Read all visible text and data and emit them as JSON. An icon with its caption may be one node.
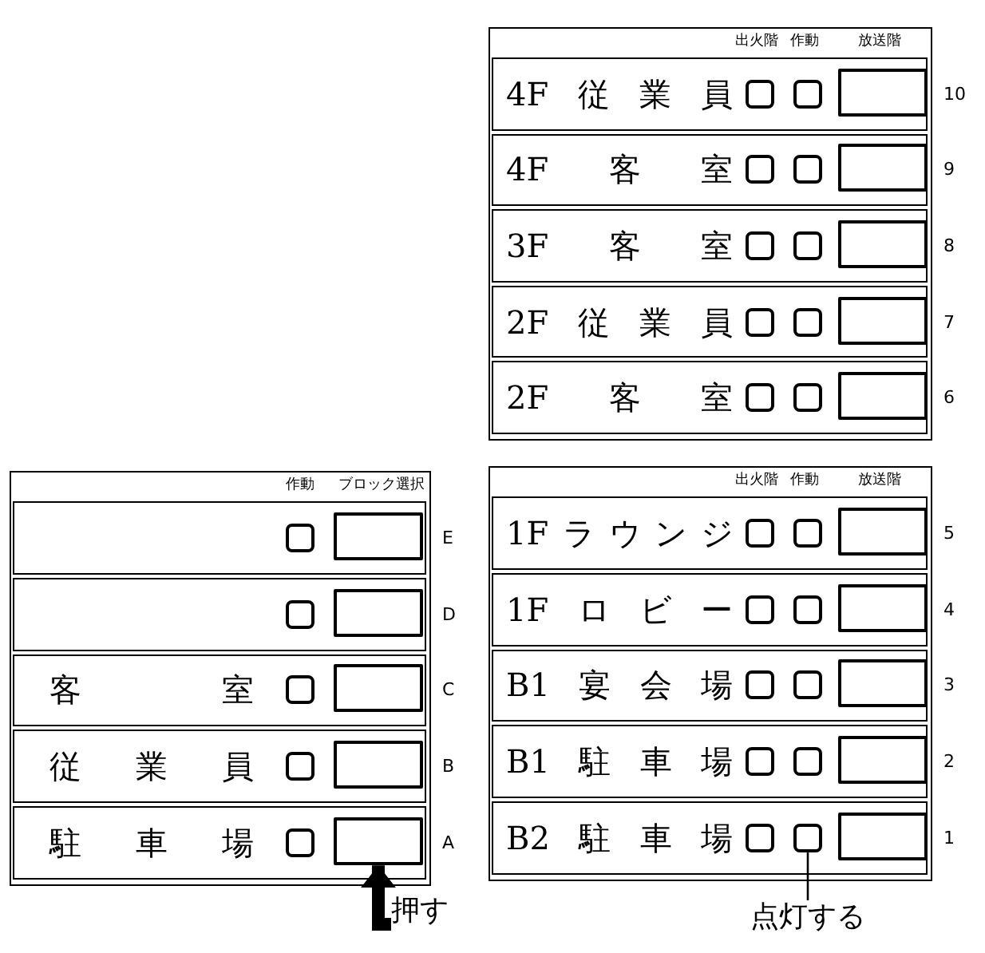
{
  "diagram": {
    "nodes": [
      {
        "text": [
          "出火階",
          "作動",
          "放送階"
        ]
      },
      {
        "text": [
          "4F従業員"
        ],
        "in": 0,
        "beside": [
          "10"
        ]
      },
      {
        "text": [],
        "shape": "box",
        "in": 1
      },
      {
        "text": [],
        "shape": "box",
        "in": 1
      },
      {
        "text": [],
        "shape": "box",
        "in": 1
      },
      {
        "text": [
          "4F客室"
        ],
        "in": 0,
        "beside": [
          "9"
        ]
      },
      {
        "text": [],
        "shape": "box",
        "in": 5
      },
      {
        "text": [],
        "shape": "box",
        "in": 5
      },
      {
        "text": [],
        "shape": "box",
        "in": 5
      },
      {
        "text": [
          "3F客室"
        ],
        "in": 0,
        "beside": [
          "8"
        ]
      },
      {
        "text": [],
        "shape": "box",
        "in": 9
      },
      {
        "text": [],
        "shape": "box",
        "in": 9
      },
      {
        "text": [],
        "shape": "box",
        "in": 9
      },
      {
        "text": [
          "2F従業員"
        ],
        "in": 0,
        "beside": [
          "7"
        ]
      },
      {
        "text": [],
        "shape": "box",
        "in": 13
      },
      {
        "text": [],
        "shape": "box",
        "in": 13
      },
      {
        "text": [],
        "shape": "box",
        "in": 13
      },
      {
        "text": [
          "2F客室"
        ],
        "in": 0,
        "beside": [
          "6"
        ]
      },
      {
        "text": [],
        "shape": "box",
        "in": 17
      },
      {
        "text": [],
        "shape": "box",
        "in": 17
      },
      {
        "text": [],
        "shape": "box",
        "in": 17
      },
      {
        "text": [
          "作動",
          "ブロック選択"
        ]
      },
      {
        "text": [],
        "shape": "box",
        "in": 21,
        "beside": [
          "E"
        ]
      },
      {
        "text": [],
        "shape": "box",
        "in": 22
      },
      {
        "text": [],
        "shape": "box",
        "in": 22
      },
      {
        "text": [],
        "shape": "box",
        "in": 21,
        "beside": [
          "D"
        ]
      },
      {
        "text": [],
        "shape": "box",
        "in": 25
      },
      {
        "text": [],
        "shape": "box",
        "in": 25
      },
      {
        "text": [
          "客室"
        ],
        "in": 21,
        "beside": [
          "C"
        ]
      },
      {
        "text": [],
        "shape": "box",
        "in": 28
      },
      {
        "text": [],
        "shape": "box",
        "in": 28
      },
      {
        "text": [
          "従業員"
        ],
        "in": 21,
        "beside": [
          "B"
        ]
      },
      {
        "text": [],
        "shape": "box",
        "in": 31
      },
      {
        "text": [],
        "shape": "box",
        "in": 31
      },
      {
        "text": [
          "駐車場"
        ],
        "in": 21,
        "beside": [
          "A"
        ]
      },
      {
        "text": [],
        "shape": "box",
        "in": 34
      },
      {
        "text": [],
        "shape": "box",
        "in": 34
      },
      {
        "text": [
          "出火階",
          "作動",
          "放送階"
        ]
      },
      {
        "text": [
          "1Fラウンジ"
        ],
        "in": 37,
        "beside": [
          "5"
        ]
      },
      {
        "text": [],
        "shape": "box",
        "in": 38
      },
      {
        "text": [],
        "shape": "box",
        "in": 38
      },
      {
        "text": [],
        "shape": "box",
        "in": 38
      },
      {
        "text": [
          "1Fロビー"
        ],
        "in": 37,
        "beside": [
          "4"
        ]
      },
      {
        "text": [],
        "shape": "box",
        "in": 42
      },
      {
        "text": [],
        "shape": "box",
        "in": 42
      },
      {
        "text": [],
        "shape": "box",
        "in": 42
      },
      {
        "text": [
          "B1宴会場"
        ],
        "in": 37,
        "beside": [
          "3"
        ]
      },
      {
        "text": [],
        "shape": "box",
        "in": 46
      },
      {
        "text": [],
        "shape": "box",
        "in": 46
      },
      {
        "text": [],
        "shape": "box",
        "in": 46
      },
      {
        "text": [
          "B1駐車場"
        ],
        "in": 37,
        "beside": [
          "2"
        ]
      },
      {
        "text": [],
        "shape": "box",
        "in": 50
      },
      {
        "text": [],
        "shape": "box",
        "in": 50
      },
      {
        "text": [],
        "shape": "box",
        "in": 50
      },
      {
        "text": [
          "B2駐車場"
        ],
        "in": 37,
        "beside": [
          "1"
        ]
      },
      {
        "text": [],
        "shape": "box",
        "in": 54
      },
      {
        "text": [],
        "shape": "box",
        "in": 54
      },
      {
        "text": [],
        "shape": "box",
        "in": 54
      },
      {
        "text": [
          "押す"
        ]
      },
      {
        "text": [
          "点灯する"
        ]
      }
    ],
    "edges": [
      {
        "from": 58,
        "to": 36,
        "arrow": "to",
        "style": "thick"
      },
      {
        "from": 59,
        "to": 56,
        "arrow": "none"
      }
    ]
  }
}
